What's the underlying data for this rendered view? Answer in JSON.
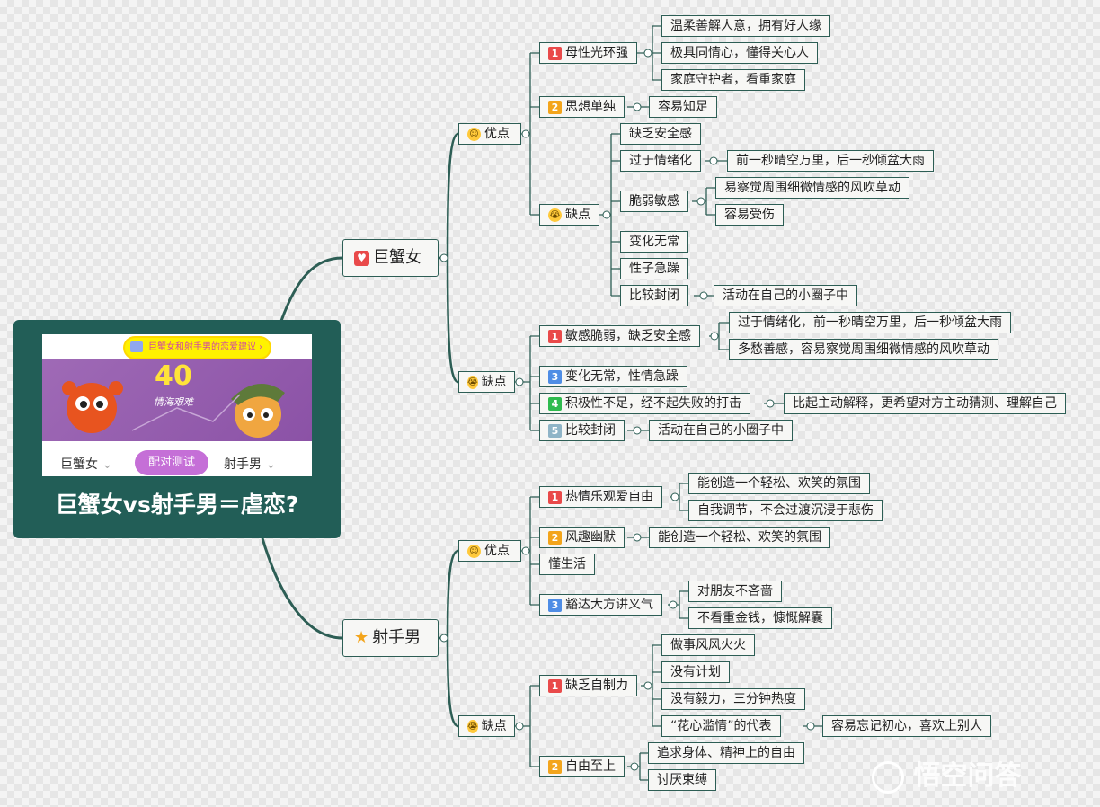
{
  "central": {
    "title": "巨蟹女vs射手男＝虐恋?",
    "banner": {
      "tip": "巨蟹女和射手男的恋爱建议",
      "score": "40",
      "score_caption": "情海艰难",
      "left_select": "巨蟹女",
      "button": "配对测试",
      "right_select": "射手男"
    }
  },
  "branches": {
    "cancer": {
      "label": "巨蟹女",
      "advantages": {
        "label": "优点",
        "items": [
          {
            "num": "1",
            "label": "母性光环强",
            "details": [
              "温柔善解人意，拥有好人缘",
              "极具同情心，懂得关心人",
              "家庭守护者，看重家庭"
            ]
          },
          {
            "num": "2",
            "label": "思想单纯",
            "details": [
              "容易知足"
            ]
          }
        ],
        "disadvantages": {
          "label": "缺点",
          "items": [
            {
              "label": "缺乏安全感",
              "details": []
            },
            {
              "label": "过于情绪化",
              "details": [
                "前一秒晴空万里，后一秒倾盆大雨"
              ]
            },
            {
              "label": "脆弱敏感",
              "details": [
                "易察觉周围细微情感的风吹草动",
                "容易受伤"
              ]
            },
            {
              "label": "变化无常",
              "details": []
            },
            {
              "label": "性子急躁",
              "details": []
            },
            {
              "label": "比较封闭",
              "details": [
                "活动在自己的小圈子中"
              ]
            }
          ]
        }
      },
      "disadvantages": {
        "label": "缺点",
        "items": [
          {
            "num": "1",
            "label": "敏感脆弱，缺乏安全感",
            "details": [
              "过于情绪化，前一秒晴空万里，后一秒倾盆大雨",
              "多愁善感，容易察觉周围细微情感的风吹草动"
            ]
          },
          {
            "num": "3",
            "label": "变化无常，性情急躁",
            "details": []
          },
          {
            "num": "4",
            "label": "积极性不足，经不起失败的打击",
            "details": [
              "比起主动解释，更希望对方主动猜测、理解自己"
            ]
          },
          {
            "num": "5",
            "label": "比较封闭",
            "details": [
              "活动在自己的小圈子中"
            ]
          }
        ]
      }
    },
    "sagittarius": {
      "label": "射手男",
      "advantages": {
        "label": "优点",
        "items": [
          {
            "num": "1",
            "label": "热情乐观爱自由",
            "details": [
              "能创造一个轻松、欢笑的氛围",
              "自我调节，不会过渡沉浸于悲伤"
            ]
          },
          {
            "num": "2",
            "label": "风趣幽默",
            "details": [
              "能创造一个轻松、欢笑的氛围"
            ]
          },
          {
            "num": "",
            "label": "懂生活",
            "details": []
          },
          {
            "num": "3",
            "label": "豁达大方讲义气",
            "details": [
              "对朋友不吝啬",
              "不看重金钱，慷慨解囊"
            ]
          }
        ]
      },
      "disadvantages": {
        "label": "缺点",
        "items": [
          {
            "num": "1",
            "label": "缺乏自制力",
            "details": [
              "做事风风火火",
              "没有计划",
              "没有毅力，三分钟热度",
              "“花心滥情”的代表"
            ],
            "sub": "容易忘记初心，喜欢上别人"
          },
          {
            "num": "2",
            "label": "自由至上",
            "details": [
              "追求身体、精神上的自由",
              "讨厌束缚"
            ]
          }
        ]
      }
    }
  },
  "watermark": "悟空问答",
  "colors": {
    "line": "#2d5e55",
    "central_bg": "#225e57",
    "num1": "#e94a4a",
    "num2": "#f3a51c",
    "num3": "#4f8de5",
    "num4": "#2fbb4f",
    "num5": "#8fb4c7"
  }
}
